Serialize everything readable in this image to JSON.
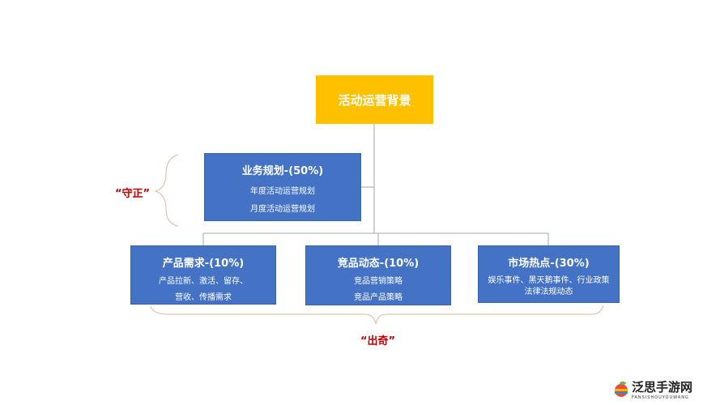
{
  "root": {
    "label": "活动运营背景",
    "color": "#ffc000"
  },
  "planning": {
    "title": "业务规划-(50%)",
    "lines": [
      "年度活动运营规划",
      "月度活动运营规划"
    ]
  },
  "children": [
    {
      "title": "产品需求-(10%)",
      "lines": [
        "产品拉新、激活、留存、",
        "营收、传播需求"
      ]
    },
    {
      "title": "竞品动态-(10%)",
      "lines": [
        "竞品营销策略",
        "竞品产品策略"
      ]
    },
    {
      "title": "市场热点-(30%)",
      "lines": [
        "娱乐事件、黑天鹅事件、行业政策",
        "法律法规动态"
      ]
    }
  ],
  "labels": {
    "left": "“守正”",
    "bottom": "“出奇”"
  },
  "box_color": "#4472c4",
  "watermark": {
    "name": "泛思手游网",
    "pinyin": "FANSISHOUYOUWANG"
  }
}
